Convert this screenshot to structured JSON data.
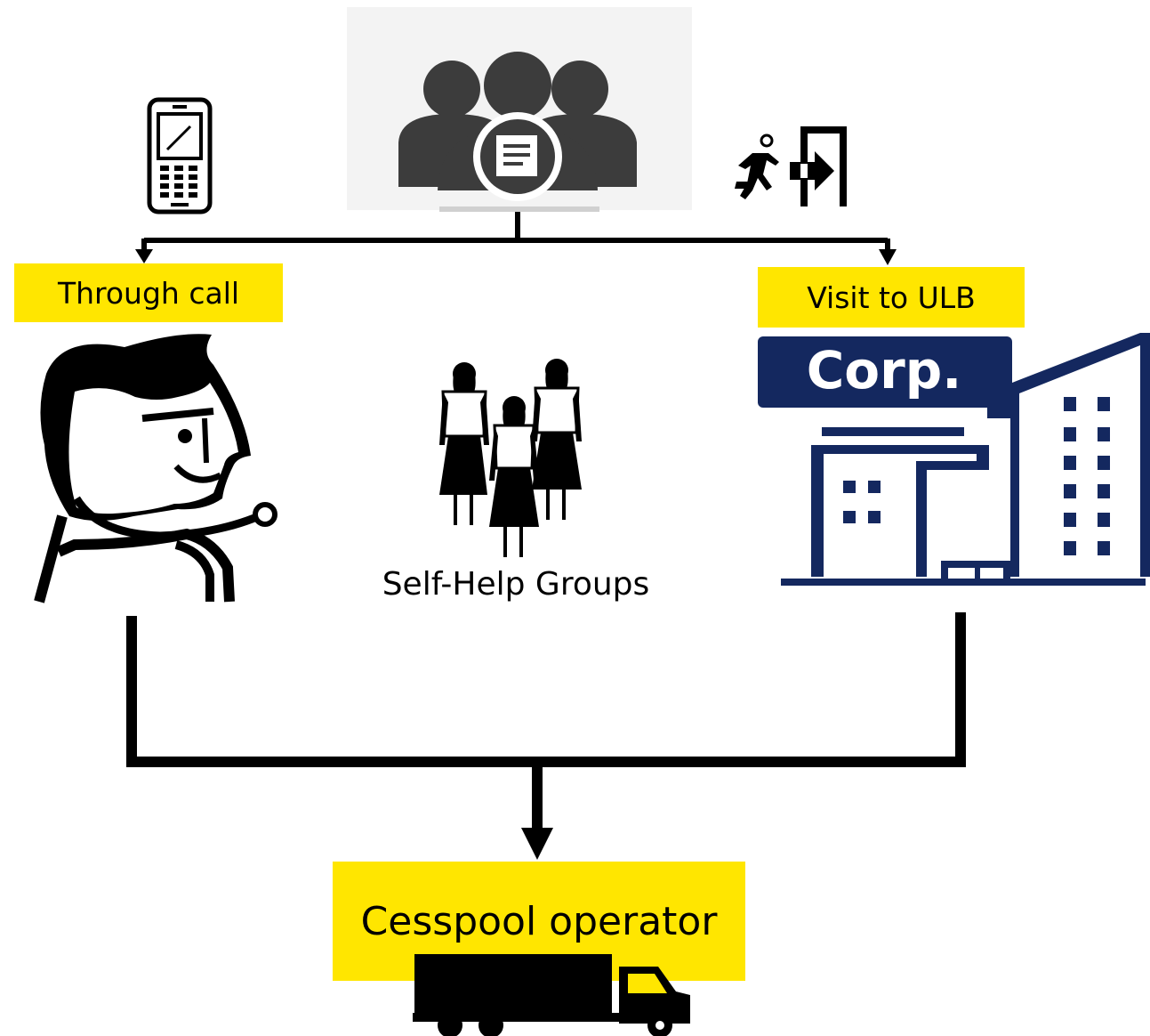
{
  "labels": {
    "through_call": "Through call",
    "visit_ulb": "Visit to ULB",
    "self_help_groups": "Self-Help Groups",
    "cesspool_operator": "Cesspool operator",
    "corp_sign": "Corp."
  },
  "icons": {
    "top": "group-document-icon",
    "phone": "mobile-phone-icon",
    "walk": "person-exit-icon",
    "caller": "headset-person-icon",
    "shg": "three-women-icon",
    "building": "corporation-building-icon",
    "truck": "truck-icon"
  },
  "colors": {
    "label_bg": "#ffe600",
    "building_navy": "#14285f",
    "line": "#000000"
  }
}
